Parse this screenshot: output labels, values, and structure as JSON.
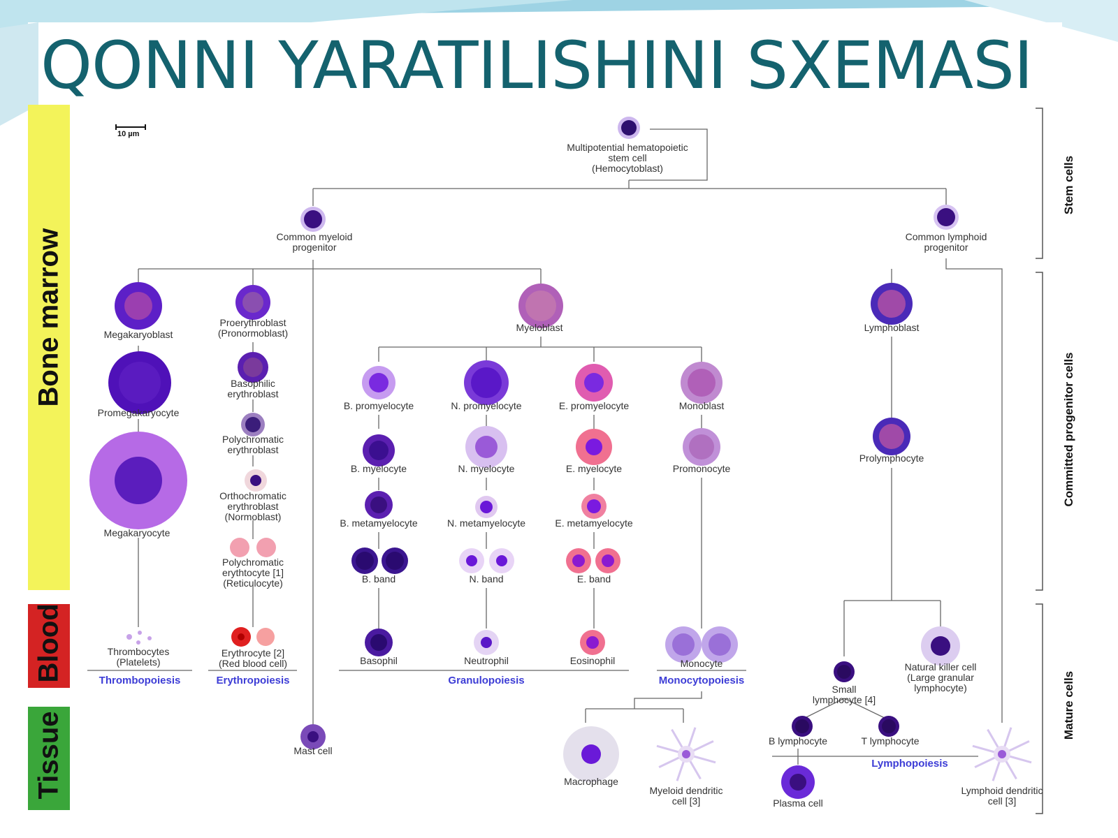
{
  "title": "QONNI YARATILISHINI SXEMASI",
  "scale_bar": "10 µm",
  "sections_left": [
    "Bone marrow",
    "Blood",
    "Tissue"
  ],
  "sections_right": [
    "Stem cells",
    "Committed progenitor cells",
    "Mature cells"
  ],
  "colors": {
    "title": "#14626e",
    "bone_marrow": "#f3f35a",
    "blood": "#d42323",
    "tissue": "#3aa63a",
    "group_label": "#3d3dd6"
  },
  "cells": {
    "stem": "Multipotential hematopoietic\nstem cell\n(Hemocytoblast)",
    "cmp": "Common myeloid\nprogenitor",
    "clp": "Common lymphoid\nprogenitor",
    "megakaryoblast": "Megakaryoblast",
    "promegakaryocyte": "Promegakaryocyte",
    "megakaryocyte": "Megakaryocyte",
    "thrombocytes": "Thrombocytes\n(Platelets)",
    "proerythroblast": "Proerythroblast\n(Pronormoblast)",
    "basophilic_ery": "Basophilic\nerythroblast",
    "poly_ery": "Polychromatic\nerythroblast",
    "ortho_ery": "Orthochromatic\nerythroblast\n(Normoblast)",
    "reticulocyte": "Polychromatic\nerythtocyte [1]\n(Reticulocyte)",
    "erythrocyte": "Erythrocyte [2]\n(Red blood cell)",
    "mast": "Mast cell",
    "myeloblast": "Myeloblast",
    "b_pro": "B. promyelocyte",
    "n_pro": "N. promyelocyte",
    "e_pro": "E. promyelocyte",
    "monoblast": "Monoblast",
    "b_mye": "B. myelocyte",
    "n_mye": "N. myelocyte",
    "e_mye": "E. myelocyte",
    "promonocyte": "Promonocyte",
    "b_meta": "B. metamyelocyte",
    "n_meta": "N. metamyelocyte",
    "e_meta": "E. metamyelocyte",
    "b_band": "B. band",
    "n_band": "N. band",
    "e_band": "E. band",
    "basophil": "Basophil",
    "neutrophil": "Neutrophil",
    "eosinophil": "Eosinophil",
    "monocyte": "Monocyte",
    "macrophage": "Macrophage",
    "myeloid_dc": "Myeloid dendritic\ncell [3]",
    "lymphoblast": "Lymphoblast",
    "prolymphocyte": "Prolymphocyte",
    "small_lymph": "Small\nlymphocyte [4]",
    "nk": "Natural killer cell\n(Large granular\nlymphocyte)",
    "b_lymph": "B lymphocyte",
    "t_lymph": "T lymphocyte",
    "plasma": "Plasma cell",
    "lymphoid_dc": "Lymphoid dendritic\ncell [3]"
  },
  "groups": {
    "thrombo": "Thrombopoiesis",
    "erythro": "Erythropoiesis",
    "granulo": "Granulopoiesis",
    "monocyto": "Monocytopoiesis",
    "lympho": "Lymphopoiesis"
  }
}
